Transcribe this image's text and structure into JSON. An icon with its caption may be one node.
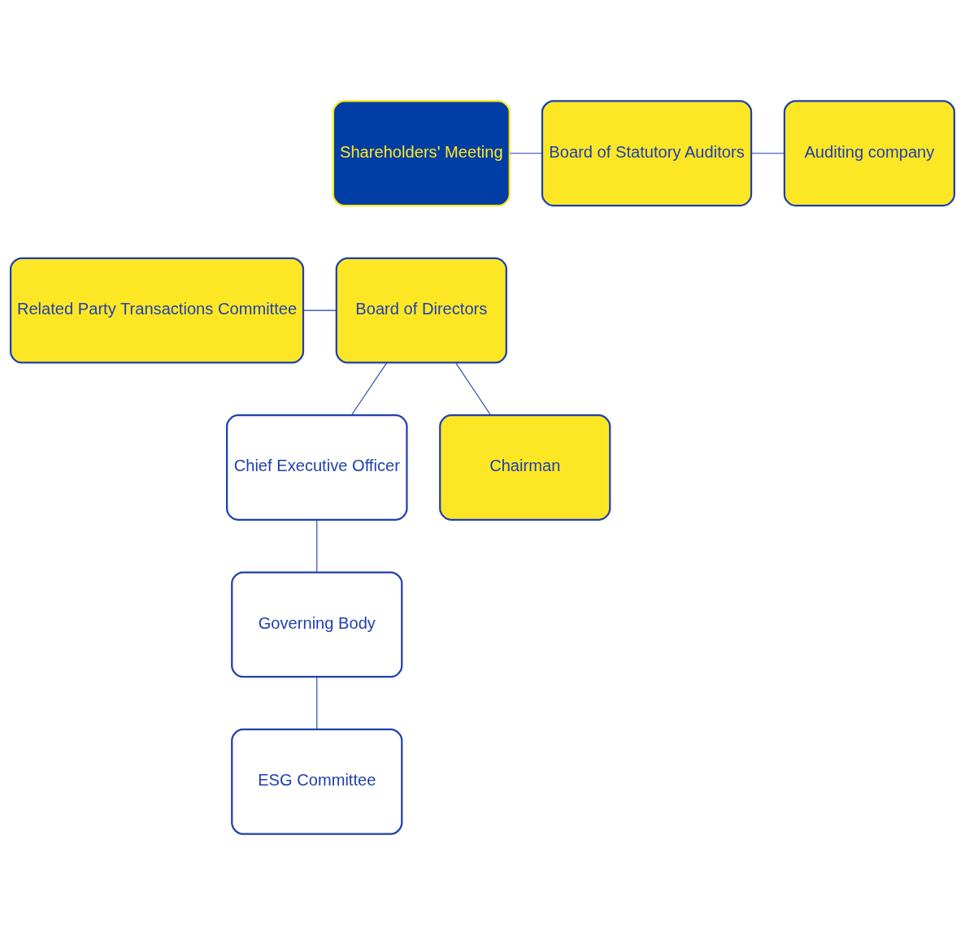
{
  "diagram": {
    "nodes": [
      {
        "text": [
          "Shareholders' Meeting"
        ]
      },
      {
        "text": [
          "Board of Statutory Auditors"
        ]
      },
      {
        "text": [
          "Auditing company"
        ]
      },
      {
        "text": [
          "Related Party Transactions Committee"
        ]
      },
      {
        "text": [
          "Board of Directors"
        ]
      },
      {
        "text": [
          "Chief Executive Officer"
        ]
      },
      {
        "text": [
          "Chairman"
        ]
      },
      {
        "text": [
          "Governing Body"
        ]
      },
      {
        "text": [
          "ESG Committee"
        ]
      }
    ],
    "edges": [
      {
        "from": 0,
        "to": 1,
        "arrow": "none"
      },
      {
        "from": 1,
        "to": 2,
        "arrow": "none"
      },
      {
        "from": 3,
        "to": 4,
        "arrow": "none"
      },
      {
        "from": 4,
        "to": 5,
        "arrow": "none"
      },
      {
        "from": 4,
        "to": 6,
        "arrow": "none"
      },
      {
        "from": 5,
        "to": 7,
        "arrow": "none"
      },
      {
        "from": 7,
        "to": 8,
        "arrow": "none"
      }
    ]
  }
}
